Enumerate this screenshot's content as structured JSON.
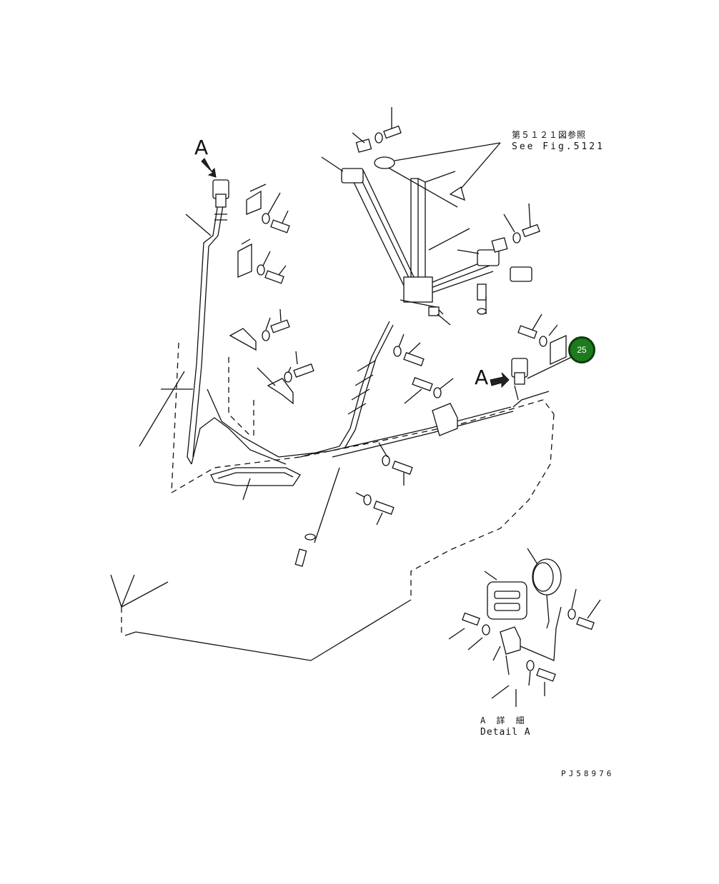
{
  "view_label_left": "A",
  "view_label_right": "A",
  "reference_jp": "第５１２１図参照",
  "reference_en": "See Fig.5121",
  "detail_jp": "A 詳 細",
  "detail_en": "Detail A",
  "drawing_number": "PJ58976",
  "callout_number": "25",
  "callout_color": "#1f7a1f"
}
